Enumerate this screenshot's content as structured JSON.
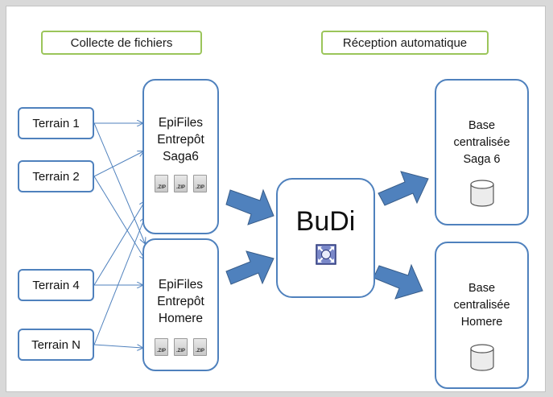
{
  "headers": {
    "left": "Collecte de fichiers",
    "right": "Réception automatique"
  },
  "terrains": [
    {
      "label": "Terrain 1"
    },
    {
      "label": "Terrain 2"
    },
    {
      "label": "Terrain 4"
    },
    {
      "label": "Terrain N"
    }
  ],
  "stores": [
    {
      "label": "EpiFiles\nEntrepôt\nSaga6",
      "zips": [
        ".ZIP",
        ".ZIP",
        ".ZIP"
      ]
    },
    {
      "label": "EpiFiles\nEntrepôt\nHomere",
      "zips": [
        ".ZIP",
        ".ZIP",
        ".ZIP"
      ]
    }
  ],
  "hub": {
    "label": "BuDi",
    "icon": "network-node-icon"
  },
  "bases": [
    {
      "label": "Base\ncentralisée\nSaga 6",
      "icon": "database-icon"
    },
    {
      "label": "Base\ncentralisée\nHomere",
      "icon": "database-icon"
    }
  ],
  "colors": {
    "header_border": "#9bc55a",
    "box_border": "#4f81bd",
    "arrow": "#4f81bd",
    "background": "#d9d9d9"
  }
}
